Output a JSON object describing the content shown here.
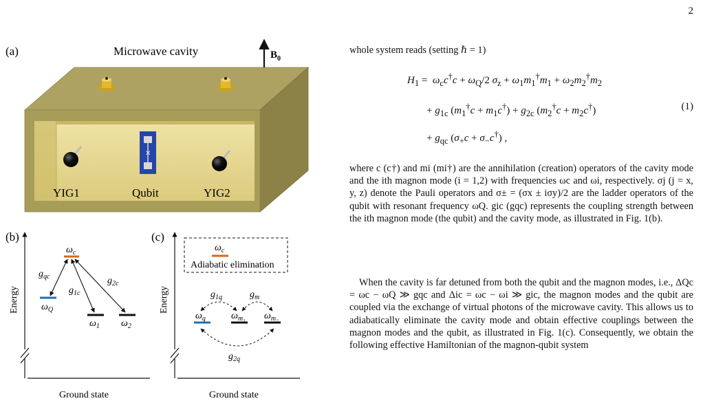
{
  "page": {
    "number": "2"
  },
  "figure": {
    "panel_labels": {
      "a": "(a)",
      "b": "(b)",
      "c": "(c)"
    },
    "panel_a": {
      "title": "Microwave cavity",
      "field_label": "B",
      "field_subscript": "0",
      "components": {
        "yig1": "YIG1",
        "qubit": "Qubit",
        "yig2": "YIG2"
      }
    },
    "panel_b": {
      "y_axis": "Energy",
      "ground": "Ground state",
      "levels": {
        "cavity": "ω",
        "cavity_sub": "c",
        "qubit": "ω",
        "qubit_sub": "Q",
        "m1": "ω",
        "m1_sub": "1",
        "m2": "ω",
        "m2_sub": "2"
      },
      "couplings": {
        "gqc": "g",
        "gqc_sub": "qc",
        "g1c": "g",
        "g1c_sub": "1c",
        "g2c": "g",
        "g2c_sub": "2c"
      }
    },
    "panel_c": {
      "y_axis": "Energy",
      "ground": "Ground state",
      "box_text": "Adiabatic elimination",
      "levels": {
        "cavity": "ω",
        "cavity_sub": "c",
        "q": "ω",
        "q_sub": "q",
        "m1": "ω",
        "m1_sub": "m₁",
        "m2": "ω",
        "m2_sub": "m₂"
      },
      "couplings": {
        "g1q": "g",
        "g1q_sub": "1q",
        "gm": "g",
        "gm_sub": "m",
        "g2q": "g",
        "g2q_sub": "2q"
      }
    },
    "colors": {
      "cavity_level": "#d2691e",
      "qubit_level": "#1f6fb5",
      "magnon_level": "#111111",
      "box_body": "#a79c58",
      "inner_wall": "#e6d898",
      "qubit_chip": "#2546a8"
    }
  },
  "text": {
    "intro": "whole system reads (setting ℏ = 1)",
    "eq_number": "(1)",
    "p1": "where c (c†) and mi (mi†) are the annihilation (creation) operators of the cavity mode and the ith magnon mode (i = 1,2) with frequencies ωc and ωi, respectively. σj (j = x, y, z) denote the Pauli operators and σ± = (σx ± iσy)/2 are the ladder operators of the qubit with resonant frequency ωQ. gic (gqc) represents the coupling strength between the ith magnon mode (the qubit) and the cavity mode, as illustrated in Fig. 1(b).",
    "p2": "When the cavity is far detuned from both the qubit and the magnon modes, i.e., ΔQc = ωc − ωQ ≫ gqc and Δic = ωc − ωi ≫ gic, the magnon modes and the qubit are coupled via the exchange of virtual photons of the microwave cavity. This allows us to adiabatically eliminate the cavity mode and obtain effective couplings between the magnon modes and the qubit, as illustrated in Fig. 1(c). Consequently, we obtain the following effective Hamiltonian of the magnon-qubit system",
    "fig_ref": "1"
  }
}
